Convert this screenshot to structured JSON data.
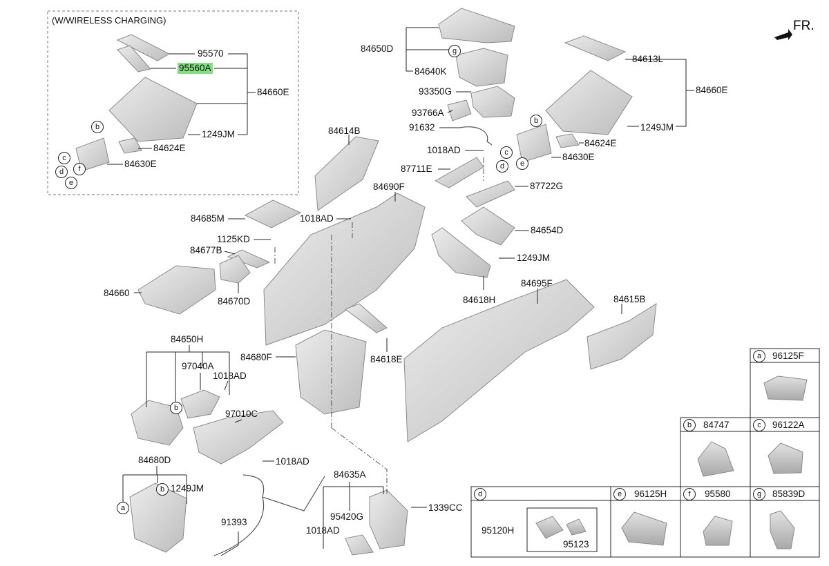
{
  "front_marker": "FR.",
  "wireless_box_title": "(W/WIRELESS CHARGING)",
  "labels": {
    "l95570": "95570",
    "l95560A": "95560A",
    "l84660E_a": "84660E",
    "l1249JM_a": "1249JM",
    "l84624E_a": "84624E",
    "l84630E_a": "84630E",
    "l84650D": "84650D",
    "l84640K": "84640K",
    "l93350G": "93350G",
    "l93766A": "93766A",
    "l91632": "91632",
    "l1018AD_a": "1018AD",
    "l87711E": "87711E",
    "l87722G": "87722G",
    "l84654D": "84654D",
    "l1249JM_b": "1249JM",
    "l84618H": "84618H",
    "l84613L": "84613L",
    "l84660E_b": "84660E",
    "l1249JM_c": "1249JM",
    "l84624E_b": "84624E",
    "l84630E_b": "84630E",
    "l84614B": "84614B",
    "l84690F": "84690F",
    "l84685M": "84685M",
    "l1018AD_b": "1018AD",
    "l1125KD": "1125KD",
    "l84677B": "84677B",
    "l84660": "84660",
    "l84670D": "84670D",
    "l84695F": "84695F",
    "l84615B": "84615B",
    "l84680F": "84680F",
    "l84618E": "84618E",
    "l84650H": "84650H",
    "l97040A": "97040A",
    "l1018AD_c": "1018AD",
    "l97010C": "97010C",
    "l1018AD_d": "1018AD",
    "l84680D": "84680D",
    "l1249JM_d": "1249JM",
    "l91393": "91393",
    "l84635A": "84635A",
    "l95420G": "95420G",
    "l1339CC": "1339CC",
    "l1018AD_e": "1018AD"
  },
  "callouts": {
    "g": "g",
    "b": "b",
    "c": "c",
    "d": "d",
    "e": "e",
    "f": "f",
    "a": "a"
  },
  "legend": {
    "a_letter": "a",
    "a_part": "96125F",
    "b_letter": "b",
    "b_part": "84747",
    "c_letter": "c",
    "c_part": "96122A",
    "d_letter": "d",
    "d_part1": "95120H",
    "d_part2": "95123",
    "e_letter": "e",
    "e_part": "96125H",
    "f_letter": "f",
    "f_part": "95580",
    "g_letter": "g",
    "g_part": "85839D"
  },
  "colors": {
    "highlight": "#7fe07f",
    "part_fill": "#d6d6d6",
    "part_stroke": "#8a8a8a",
    "line": "#222222"
  }
}
